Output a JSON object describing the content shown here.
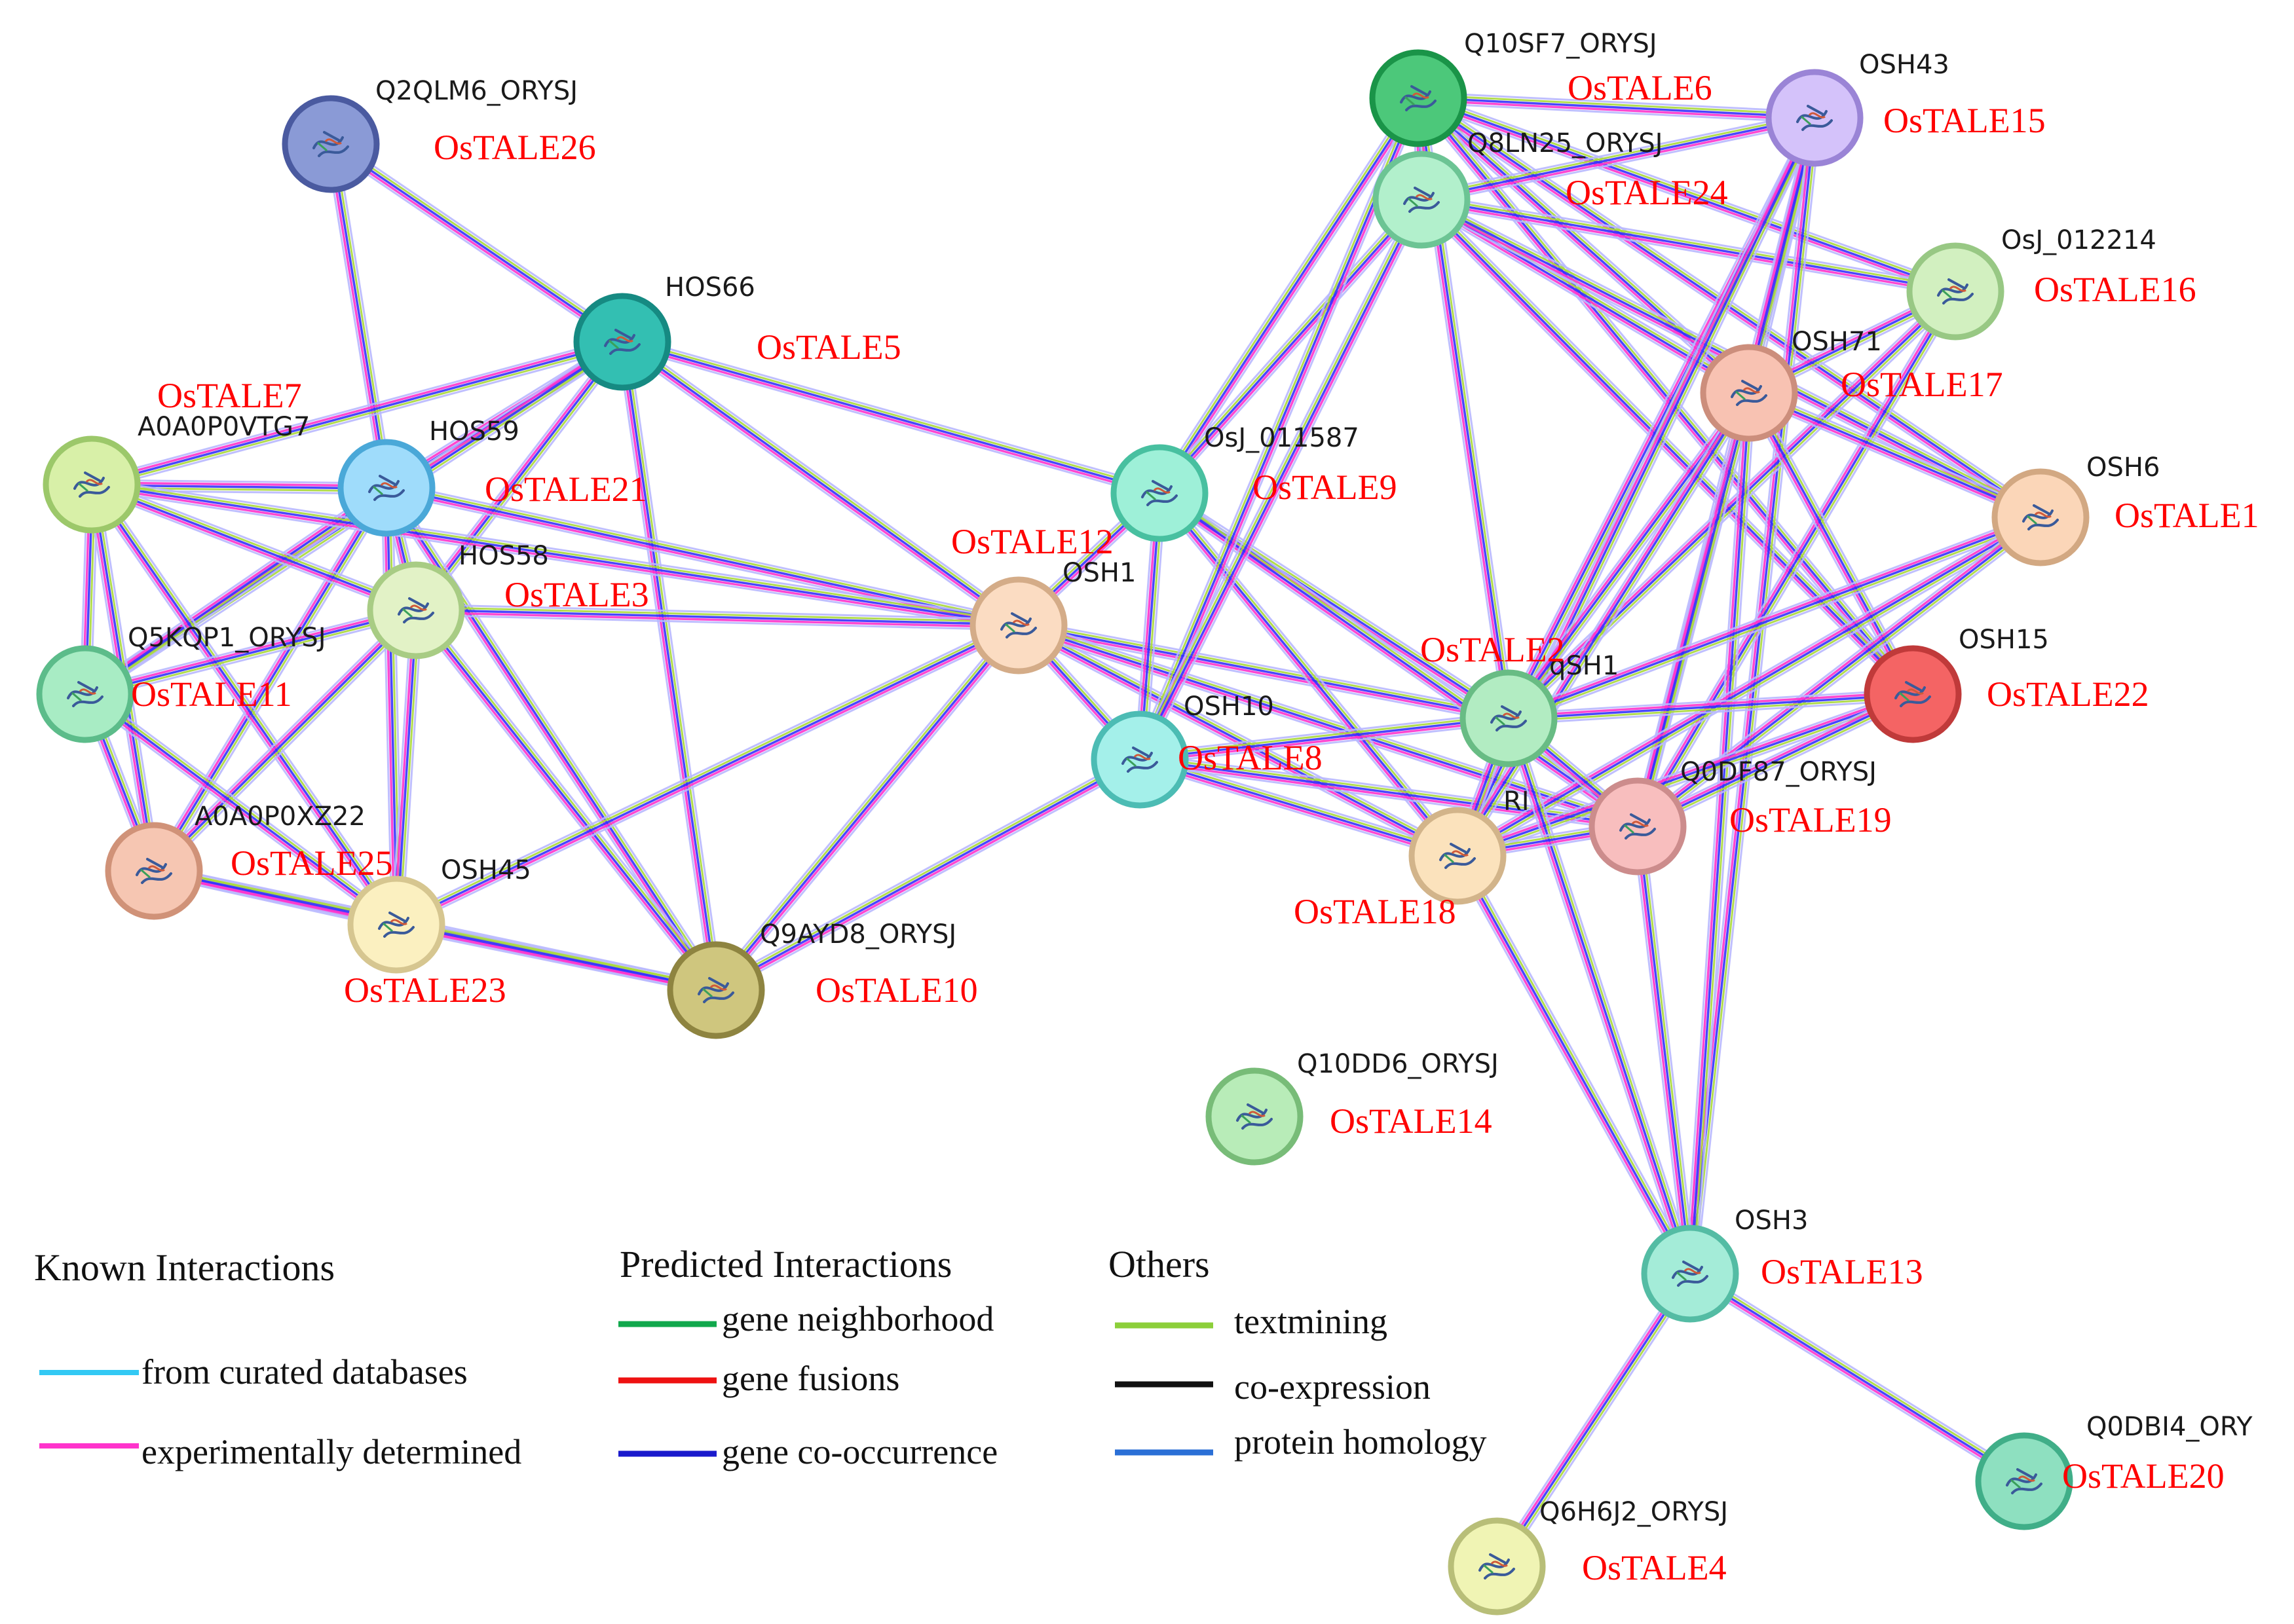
{
  "colors": {
    "experimental": "#ff33cc",
    "cooccurrence": "#3333ff",
    "cooccurrence_halo": "#b8b8ff",
    "textmining": "#a8d83a",
    "label_red": "#ff0000",
    "label_black": "#1a1a1a"
  },
  "nodes": [
    {
      "id": "HOS66",
      "alias": "OsTALE5",
      "fill": "#33bfb2",
      "stroke": "#168a82",
      "glyph": "node-structure-icon"
    },
    {
      "id": "HOS59",
      "alias": "OsTALE21",
      "fill": "#9fdcfb",
      "stroke": "#4aa8d8",
      "glyph": "node-structure-icon"
    },
    {
      "id": "Q2QLM6_ORYSJ",
      "alias": "OsTALE26",
      "fill": "#8a9ad6",
      "stroke": "#4a5aa0",
      "glyph": "node-structure-icon"
    },
    {
      "id": "A0A0P0VTG7",
      "alias": "OsTALE7",
      "fill": "#d8f0a8",
      "stroke": "#9cc86a",
      "glyph": "node-structure-icon"
    },
    {
      "id": "HOS58",
      "alias": "OsTALE3",
      "fill": "#e2f2c6",
      "stroke": "#a8cc84",
      "glyph": "node-structure-icon"
    },
    {
      "id": "Q5KQP1_ORYSJ",
      "alias": "OsTALE11",
      "fill": "#a8ecc4",
      "stroke": "#5cbc8a",
      "glyph": "node-structure-icon"
    },
    {
      "id": "A0A0P0XZ22",
      "alias": "OsTALE25",
      "fill": "#f6c6b2",
      "stroke": "#d09278",
      "glyph": "node-structure-icon"
    },
    {
      "id": "OSH45",
      "alias": "OsTALE23",
      "fill": "#fbf0c0",
      "stroke": "#d6c690",
      "glyph": "node-structure-icon"
    },
    {
      "id": "Q9AYD8_ORYSJ",
      "alias": "OsTALE10",
      "fill": "#cfc67e",
      "stroke": "#8e8440",
      "glyph": "node-structure-icon"
    },
    {
      "id": "OSH1",
      "alias": "OsTALE12",
      "fill": "#fbdcc2",
      "stroke": "#d4ac88",
      "glyph": "node-structure-icon"
    },
    {
      "id": "OsJ_011587",
      "alias": "OsTALE9",
      "fill": "#9ef0d8",
      "stroke": "#48c0a0",
      "glyph": "node-structure-icon"
    },
    {
      "id": "OSH10",
      "alias": "OsTALE8",
      "fill": "#a4f0ea",
      "stroke": "#4cbcb4",
      "glyph": "node-structure-icon"
    },
    {
      "id": "Q10SF7_ORYSJ",
      "alias": "OsTALE6",
      "fill": "#4cc87a",
      "stroke": "#1a9448",
      "glyph": "node-structure-icon"
    },
    {
      "id": "Q8LN25_ORYSJ",
      "alias": "OsTALE24",
      "fill": "#b2f0cc",
      "stroke": "#6cc494",
      "glyph": "node-structure-icon"
    },
    {
      "id": "OSH43",
      "alias": "OsTALE15",
      "fill": "#d4c2fa",
      "stroke": "#9a84d6",
      "glyph": "node-structure-icon"
    },
    {
      "id": "OsJ_012214",
      "alias": "OsTALE16",
      "fill": "#d2f0c0",
      "stroke": "#98c884",
      "glyph": "node-structure-icon"
    },
    {
      "id": "OSH71",
      "alias": "OsTALE17",
      "fill": "#f8c2b2",
      "stroke": "#cc8e7c",
      "glyph": "node-structure-icon"
    },
    {
      "id": "OSH6",
      "alias": "OsTALE1",
      "fill": "#fbd6b8",
      "stroke": "#d2a882",
      "glyph": "node-structure-icon"
    },
    {
      "id": "OSH15",
      "alias": "OsTALE22",
      "fill": "#f46464",
      "stroke": "#c03a3a",
      "glyph": "node-structure-icon"
    },
    {
      "id": "qSH1",
      "alias": "OsTALE2",
      "fill": "#b2ecc2",
      "stroke": "#68bc84",
      "glyph": "node-structure-icon"
    },
    {
      "id": "Q0DF87_ORYSJ",
      "alias": "OsTALE19",
      "fill": "#f8bebe",
      "stroke": "#cc8c8c",
      "glyph": "node-structure-icon"
    },
    {
      "id": "RI",
      "alias": "OsTALE18",
      "fill": "#fbe2bc",
      "stroke": "#d2b48a",
      "glyph": "node-structure-icon"
    },
    {
      "id": "Q10DD6_ORYSJ",
      "alias": "OsTALE14",
      "fill": "#b8ecb8",
      "stroke": "#78bc78",
      "glyph": "node-structure-icon"
    },
    {
      "id": "OSH3",
      "alias": "OsTALE13",
      "fill": "#a4ecd8",
      "stroke": "#54bca4",
      "glyph": "node-structure-icon"
    },
    {
      "id": "Q6H6J2_ORYSJ",
      "alias": "OsTALE4",
      "fill": "#f0f4b4",
      "stroke": "#b8be78",
      "glyph": "node-structure-icon"
    },
    {
      "id": "Q0DBI4_ORY",
      "alias": "OsTALE20",
      "fill": "#8ee0c0",
      "stroke": "#40ae88",
      "glyph": "node-structure-icon"
    }
  ],
  "edges": [
    [
      "Q2QLM6_ORYSJ",
      "HOS59"
    ],
    [
      "Q2QLM6_ORYSJ",
      "HOS66"
    ],
    [
      "HOS66",
      "HOS59"
    ],
    [
      "HOS66",
      "A0A0P0VTG7"
    ],
    [
      "HOS66",
      "HOS58"
    ],
    [
      "HOS66",
      "Q5KQP1_ORYSJ"
    ],
    [
      "HOS66",
      "Q9AYD8_ORYSJ"
    ],
    [
      "HOS66",
      "OSH1"
    ],
    [
      "HOS66",
      "OsJ_011587"
    ],
    [
      "HOS59",
      "A0A0P0VTG7"
    ],
    [
      "HOS59",
      "HOS58"
    ],
    [
      "HOS59",
      "Q5KQP1_ORYSJ"
    ],
    [
      "HOS59",
      "A0A0P0XZ22"
    ],
    [
      "HOS59",
      "OSH45"
    ],
    [
      "HOS59",
      "Q9AYD8_ORYSJ"
    ],
    [
      "HOS59",
      "OSH1"
    ],
    [
      "A0A0P0VTG7",
      "HOS58"
    ],
    [
      "A0A0P0VTG7",
      "Q5KQP1_ORYSJ"
    ],
    [
      "A0A0P0VTG7",
      "A0A0P0XZ22"
    ],
    [
      "A0A0P0VTG7",
      "OSH45"
    ],
    [
      "A0A0P0VTG7",
      "OSH1"
    ],
    [
      "HOS58",
      "Q5KQP1_ORYSJ"
    ],
    [
      "HOS58",
      "A0A0P0XZ22"
    ],
    [
      "HOS58",
      "OSH45"
    ],
    [
      "HOS58",
      "Q9AYD8_ORYSJ"
    ],
    [
      "HOS58",
      "OSH1"
    ],
    [
      "Q5KQP1_ORYSJ",
      "A0A0P0XZ22"
    ],
    [
      "Q5KQP1_ORYSJ",
      "OSH45"
    ],
    [
      "A0A0P0XZ22",
      "OSH45"
    ],
    [
      "A0A0P0XZ22",
      "Q9AYD8_ORYSJ"
    ],
    [
      "OSH45",
      "Q9AYD8_ORYSJ"
    ],
    [
      "OSH45",
      "OSH1"
    ],
    [
      "Q9AYD8_ORYSJ",
      "OSH1"
    ],
    [
      "Q9AYD8_ORYSJ",
      "OSH10"
    ],
    [
      "OSH1",
      "OsJ_011587"
    ],
    [
      "OSH1",
      "OSH10"
    ],
    [
      "OSH1",
      "qSH1"
    ],
    [
      "OSH1",
      "RI"
    ],
    [
      "OSH1",
      "Q0DF87_ORYSJ"
    ],
    [
      "OsJ_011587",
      "OSH10"
    ],
    [
      "OsJ_011587",
      "Q10SF7_ORYSJ"
    ],
    [
      "OsJ_011587",
      "Q8LN25_ORYSJ"
    ],
    [
      "OsJ_011587",
      "qSH1"
    ],
    [
      "OsJ_011587",
      "RI"
    ],
    [
      "OsJ_011587",
      "Q0DF87_ORYSJ"
    ],
    [
      "OSH10",
      "Q10SF7_ORYSJ"
    ],
    [
      "OSH10",
      "Q8LN25_ORYSJ"
    ],
    [
      "OSH10",
      "qSH1"
    ],
    [
      "OSH10",
      "RI"
    ],
    [
      "OSH10",
      "Q0DF87_ORYSJ"
    ],
    [
      "Q10SF7_ORYSJ",
      "Q8LN25_ORYSJ"
    ],
    [
      "Q10SF7_ORYSJ",
      "OSH43"
    ],
    [
      "Q10SF7_ORYSJ",
      "OsJ_012214"
    ],
    [
      "Q10SF7_ORYSJ",
      "OSH71"
    ],
    [
      "Q10SF7_ORYSJ",
      "OSH6"
    ],
    [
      "Q10SF7_ORYSJ",
      "OSH15"
    ],
    [
      "Q10SF7_ORYSJ",
      "qSH1"
    ],
    [
      "Q8LN25_ORYSJ",
      "OSH43"
    ],
    [
      "Q8LN25_ORYSJ",
      "OsJ_012214"
    ],
    [
      "Q8LN25_ORYSJ",
      "OSH71"
    ],
    [
      "Q8LN25_ORYSJ",
      "OSH6"
    ],
    [
      "Q8LN25_ORYSJ",
      "OSH15"
    ],
    [
      "OSH43",
      "OSH71"
    ],
    [
      "OSH43",
      "qSH1"
    ],
    [
      "OSH43",
      "RI"
    ],
    [
      "OSH43",
      "Q0DF87_ORYSJ"
    ],
    [
      "OSH43",
      "OSH3"
    ],
    [
      "OsJ_012214",
      "OSH71"
    ],
    [
      "OsJ_012214",
      "qSH1"
    ],
    [
      "OsJ_012214",
      "Q0DF87_ORYSJ"
    ],
    [
      "OSH71",
      "OSH6"
    ],
    [
      "OSH71",
      "OSH15"
    ],
    [
      "OSH71",
      "qSH1"
    ],
    [
      "OSH71",
      "RI"
    ],
    [
      "OSH71",
      "Q0DF87_ORYSJ"
    ],
    [
      "OSH71",
      "OSH3"
    ],
    [
      "OSH6",
      "qSH1"
    ],
    [
      "OSH6",
      "RI"
    ],
    [
      "OSH6",
      "Q0DF87_ORYSJ"
    ],
    [
      "OSH15",
      "qSH1"
    ],
    [
      "OSH15",
      "RI"
    ],
    [
      "OSH15",
      "Q0DF87_ORYSJ"
    ],
    [
      "qSH1",
      "RI"
    ],
    [
      "qSH1",
      "Q0DF87_ORYSJ"
    ],
    [
      "qSH1",
      "OSH3"
    ],
    [
      "RI",
      "Q0DF87_ORYSJ"
    ],
    [
      "RI",
      "OSH3"
    ],
    [
      "Q0DF87_ORYSJ",
      "OSH3"
    ],
    [
      "OSH3",
      "Q6H6J2_ORYSJ"
    ],
    [
      "OSH3",
      "Q0DBI4_ORY"
    ]
  ],
  "legend": {
    "known": {
      "title": "Known Interactions",
      "items": [
        {
          "label": "from curated databases",
          "color": "#33c9f4"
        },
        {
          "label": "experimentally determined",
          "color": "#ff33cc"
        }
      ]
    },
    "predicted": {
      "title": "Predicted Interactions",
      "items": [
        {
          "label": "gene neighborhood",
          "color": "#11a84c",
          "label_color": "#ff0000"
        },
        {
          "label": "gene fusions",
          "color": "#ee1111"
        },
        {
          "label": "gene co-occurrence",
          "color": "#1a1acc"
        }
      ]
    },
    "others": {
      "title": "Others",
      "items": [
        {
          "label": "textmining",
          "color": "#8ccf3a"
        },
        {
          "label": "co-expression",
          "color": "#111111"
        },
        {
          "label": "protein homology",
          "color": "#2a6fd6"
        }
      ]
    }
  }
}
